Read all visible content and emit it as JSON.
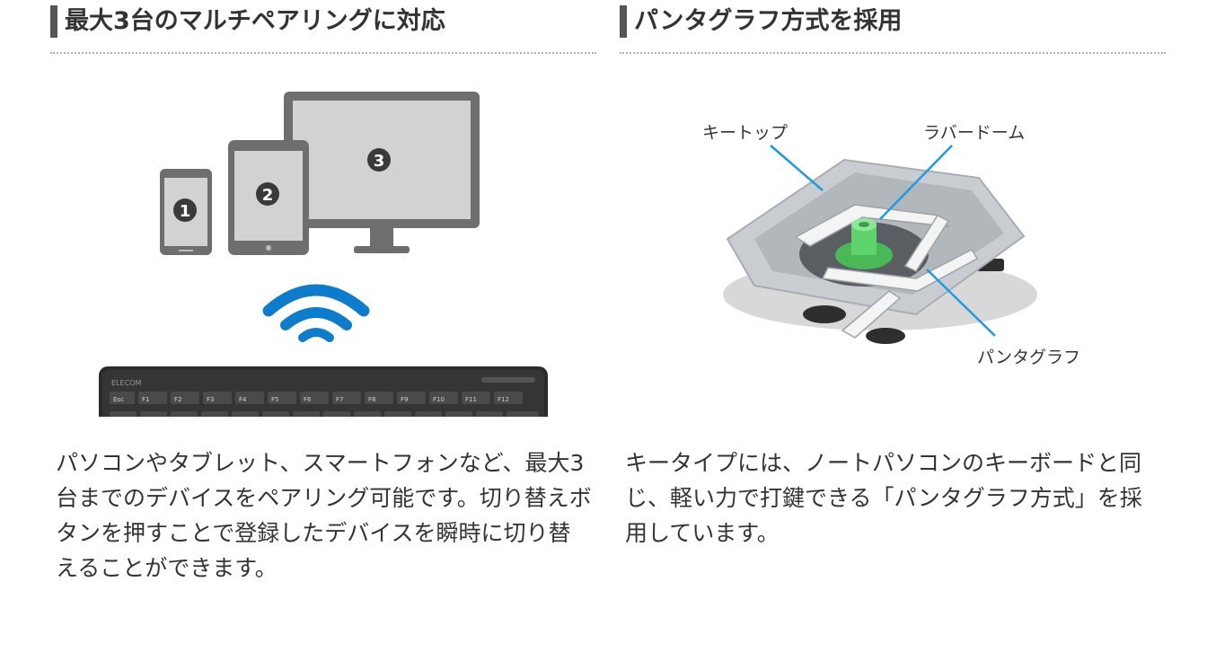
{
  "left": {
    "heading": "最大3台のマルチペアリングに対応",
    "figure": {
      "device_numbers": [
        "1",
        "2",
        "3"
      ],
      "keyboard_brand": "ELECOM",
      "function_keys": [
        "Esc",
        "F1",
        "F2",
        "F3",
        "F4",
        "F5",
        "F6",
        "F7",
        "F8",
        "F9",
        "F10",
        "F11",
        "F12"
      ],
      "colors": {
        "device_gray": "#6e6e6e",
        "screen": "#d2d2d2",
        "wifi_blue": "#0e7ccd",
        "keyboard": "#2b2b2b"
      }
    },
    "body": "パソコンやタブレット、スマートフォンなど、最大3台までのデバイスをペアリング可能です。切り替えボタンを押すことで登録したデバイスを瞬時に切り替えることができます。"
  },
  "right": {
    "heading": "パンタグラフ方式を採用",
    "figure": {
      "labels": {
        "keytop": "キートップ",
        "rubber_dome": "ラバードーム",
        "pantograph": "パンタグラフ"
      },
      "colors": {
        "leader_line": "#1e9be0",
        "dome": "#5fd46c"
      }
    },
    "body": "キータイプには、ノートパソコンのキーボードと同じ、軽い力で打鍵できる「パンタグラフ方式」を採用しています。"
  }
}
